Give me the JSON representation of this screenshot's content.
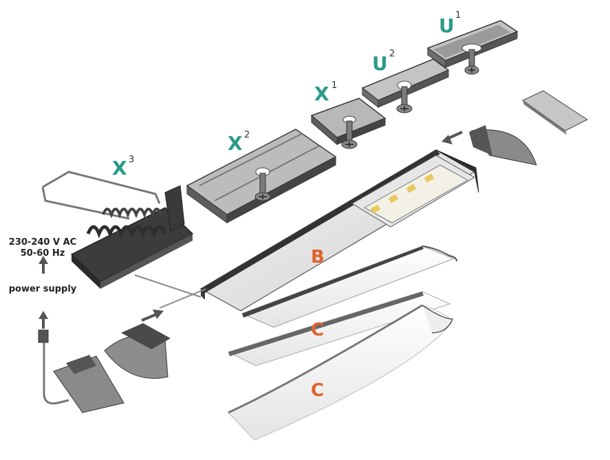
{
  "labels": {
    "x3": "X",
    "x3_sup": "3",
    "x2": "X",
    "x2_sup": "2",
    "x1": "X",
    "x1_sup": "1",
    "u2": "U",
    "u2_sup": "2",
    "u1": "U",
    "u1_sup": "1",
    "b": "B",
    "c1": "C",
    "c2": "C"
  },
  "power": {
    "voltage": "230-240 V AC",
    "frequency": "50-60 Hz",
    "supply": "power supply"
  },
  "colors": {
    "label_green": "#2a9c88",
    "label_orange": "#e0622e",
    "metal_dark": "#4a4a4a",
    "metal_mid": "#8a8a8a",
    "metal_light": "#c8c8c8",
    "arrow": "#555555"
  },
  "icons": {
    "arrow": "arrow-icon",
    "screw": "screw-icon"
  }
}
